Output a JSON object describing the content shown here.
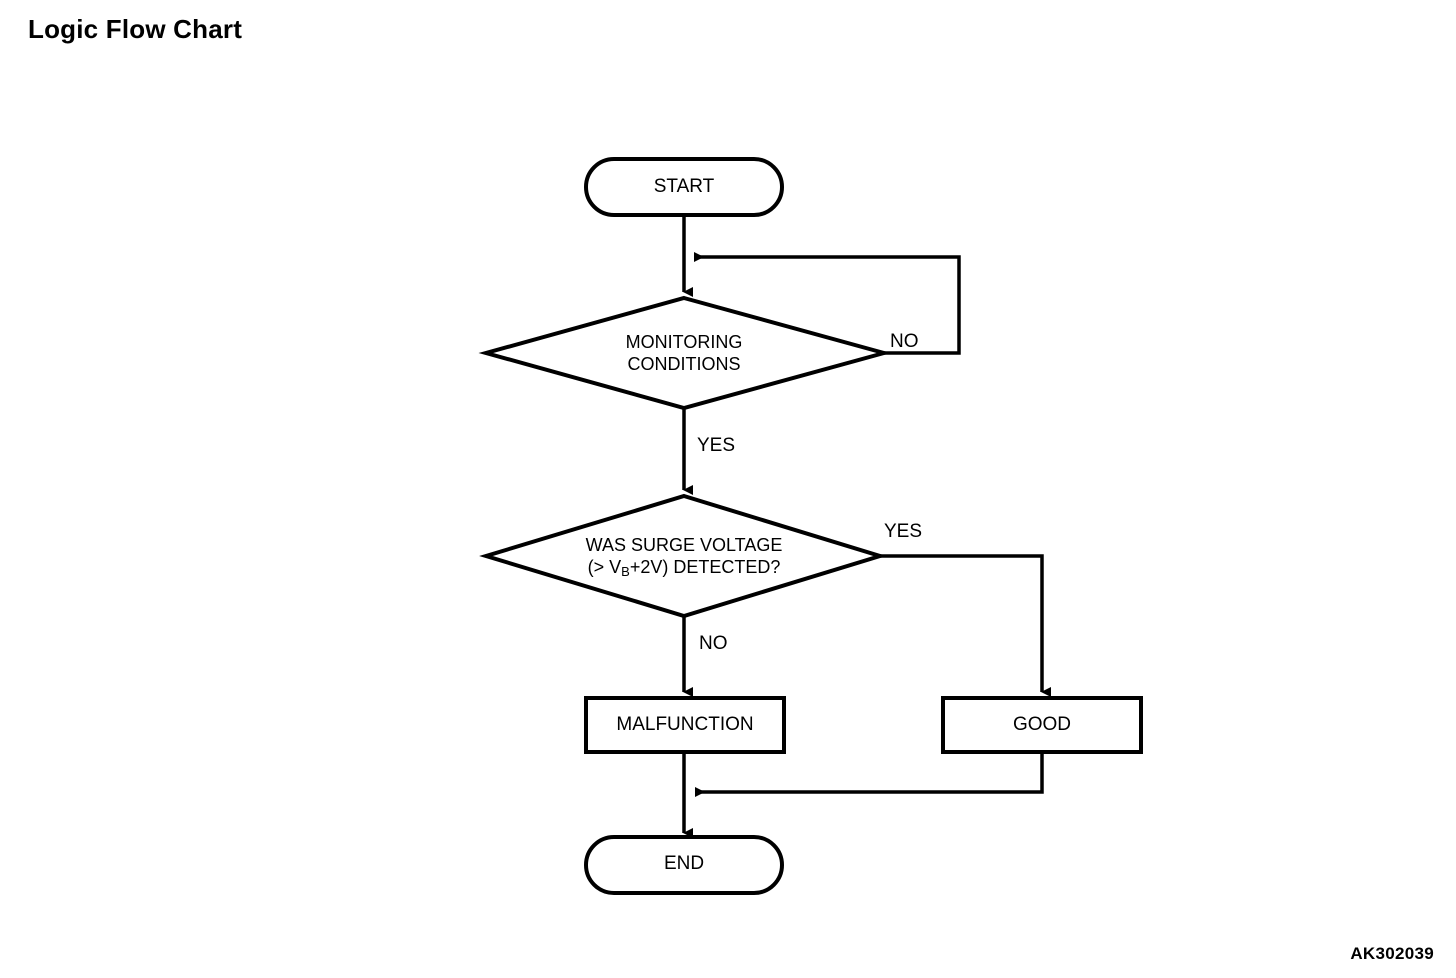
{
  "title": "Logic Flow Chart",
  "reference_code": "AK302039",
  "diagram": {
    "type": "flowchart",
    "nodes": [
      {
        "id": "start",
        "shape": "stadium",
        "label": "START"
      },
      {
        "id": "monitoring",
        "shape": "diamond",
        "label_line1": "MONITORING",
        "label_line2": "CONDITIONS"
      },
      {
        "id": "surge",
        "shape": "diamond",
        "label_line1": "WAS SURGE VOLTAGE",
        "label_line2_pre": "(> V",
        "label_line2_sub": "B",
        "label_line2_post": "+2V) DETECTED?"
      },
      {
        "id": "malfunction",
        "shape": "rectangle",
        "label": "MALFUNCTION"
      },
      {
        "id": "good",
        "shape": "rectangle",
        "label": "GOOD"
      },
      {
        "id": "end",
        "shape": "stadium",
        "label": "END"
      }
    ],
    "edges": [
      {
        "from": "start",
        "to": "monitoring",
        "label": ""
      },
      {
        "from": "monitoring",
        "to": "monitoring",
        "label": "NO"
      },
      {
        "from": "monitoring",
        "to": "surge",
        "label": "YES"
      },
      {
        "from": "surge",
        "to": "good",
        "label": "YES"
      },
      {
        "from": "surge",
        "to": "malfunction",
        "label": "NO"
      },
      {
        "from": "malfunction",
        "to": "end",
        "label": ""
      },
      {
        "from": "good",
        "to": "end",
        "label": ""
      }
    ],
    "edge_labels": {
      "monitoring_no": "NO",
      "monitoring_yes": "YES",
      "surge_yes": "YES",
      "surge_no": "NO"
    },
    "colors": {
      "stroke": "#000000",
      "fill": "#ffffff",
      "text": "#000000"
    }
  }
}
